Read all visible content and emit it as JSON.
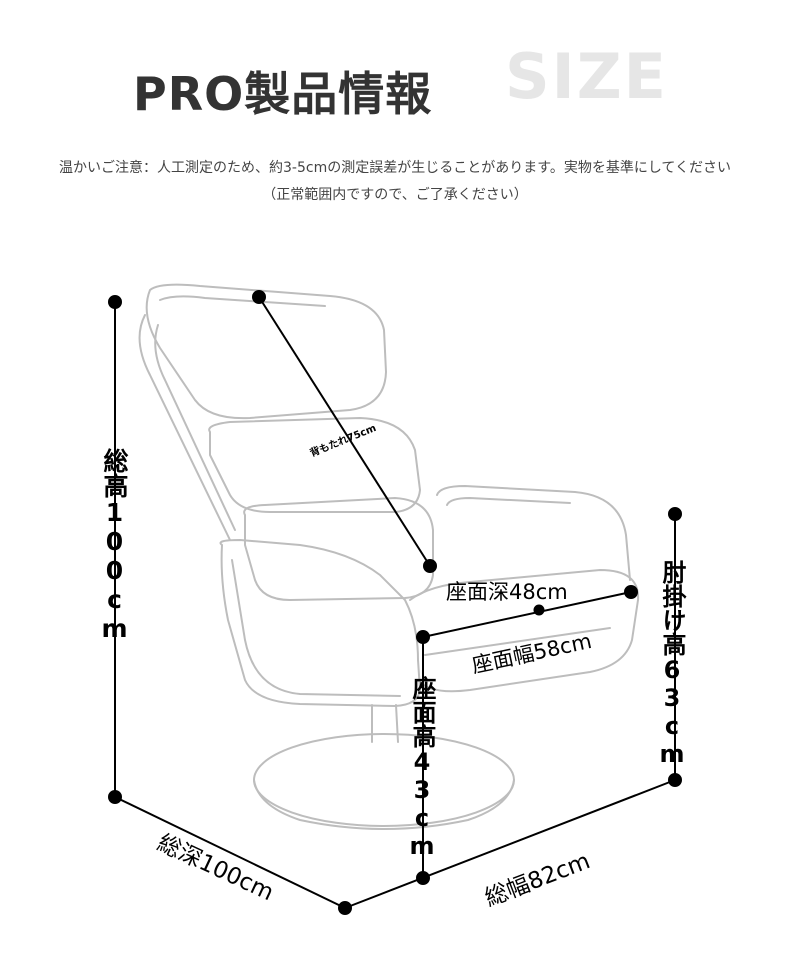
{
  "header": {
    "title": "PRO製品情報",
    "size_word": "SIZE"
  },
  "notes": {
    "line1": "温かいご注意：人工測定のため、約3-5cmの測定誤差が生じることがあります。実物を基準にしてください",
    "line2": "（正常範囲内ですので、ご了承ください）"
  },
  "dimensions": {
    "total_height": "総高100cm",
    "backrest": "背もたれ75cm",
    "seat_depth": "座面深48cm",
    "seat_width": "座面幅58cm",
    "armrest_height": "肘掛け高63cm",
    "seat_height": "座面高43cm",
    "total_depth": "総深100cm",
    "total_width": "総幅82cm"
  }
}
